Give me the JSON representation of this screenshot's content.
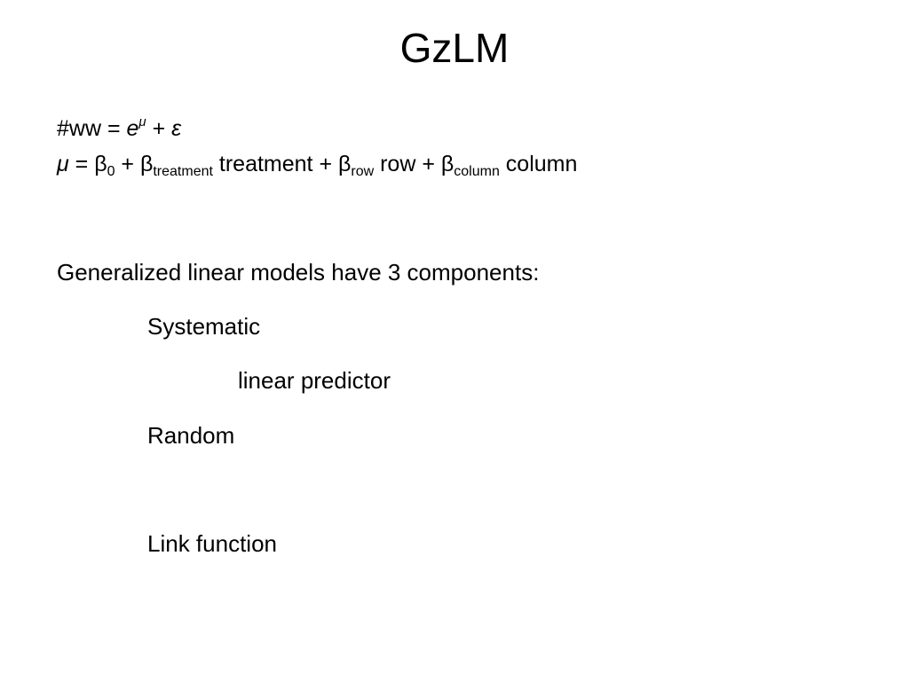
{
  "slide": {
    "title": "GzLM"
  },
  "formula1": {
    "lhs": "#ww = ",
    "base": "e",
    "exponent": "μ",
    "plus": " + ",
    "error": "ε"
  },
  "formula2": {
    "mu": "μ",
    "eq_beta": " = β",
    "sub_0": "0",
    "plus_beta_1": " + β",
    "sub_treatment": "treatment",
    "term_treatment_plus_beta": " treatment + β",
    "sub_row": "row",
    "term_row_plus_beta": " row + β",
    "sub_column": "column",
    "term_column": " column"
  },
  "content": {
    "intro": "Generalized linear models have 3 components:",
    "items": [
      "Systematic",
      "linear predictor",
      "Random",
      "Link function"
    ]
  }
}
